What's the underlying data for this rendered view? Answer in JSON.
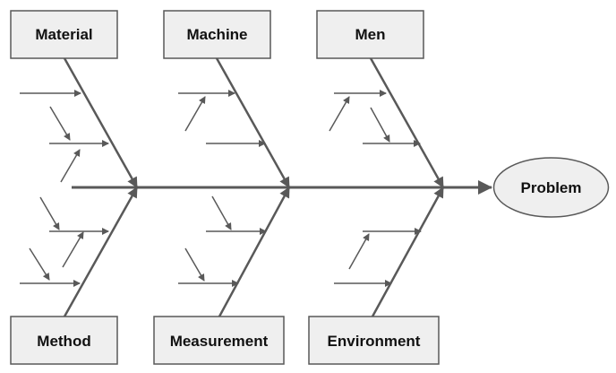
{
  "diagram": {
    "effect": "Problem",
    "categories_top": [
      "Material",
      "Machine",
      "Men"
    ],
    "categories_bottom": [
      "Method",
      "Measurement",
      "Environment"
    ]
  },
  "colors": {
    "line": "#595959",
    "box_fill": "#efefef",
    "box_stroke": "#595959",
    "text": "#111111"
  }
}
